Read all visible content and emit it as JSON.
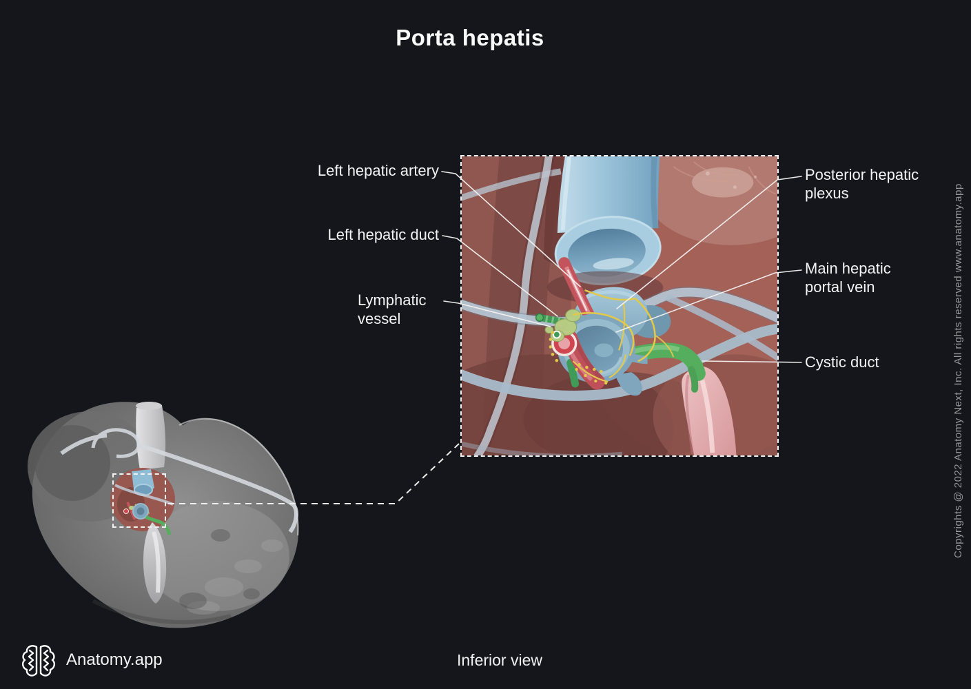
{
  "page": {
    "title": "Porta hepatis",
    "view_label": "Inferior view",
    "copyright": "Copyrights @ 2022 Anatomy Next, Inc. All rights reserved www.anatomy.app"
  },
  "brand": {
    "name": "Anatomy.app"
  },
  "figure": {
    "labels_left": [
      "Left hepatic artery",
      "Left hepatic duct",
      "Lymphatic vessel"
    ],
    "labels_right": [
      "Posterior hepatic plexus",
      "Main hepatic portal vein",
      "Cystic duct"
    ]
  },
  "colors": {
    "background": "#14161b",
    "label_text": "#f3f3f5",
    "muted_text": "#95969a",
    "leader_line": "#f5f3f2",
    "liver_tissue": "#8f574f",
    "vena_cava_blue": "#9cc4da",
    "portal_vein_blue": "#7fa6bc",
    "artery_red": "#c4545c",
    "bile_duct_green": "#55ae5d",
    "plexus_yellow": "#e2c84b",
    "lymph_green": "#b8cd82",
    "gallbladder_pink": "#e3a7a8",
    "ligament_gray": "#b6c6d3",
    "thumbnail_gray": "#8a8a8a"
  }
}
